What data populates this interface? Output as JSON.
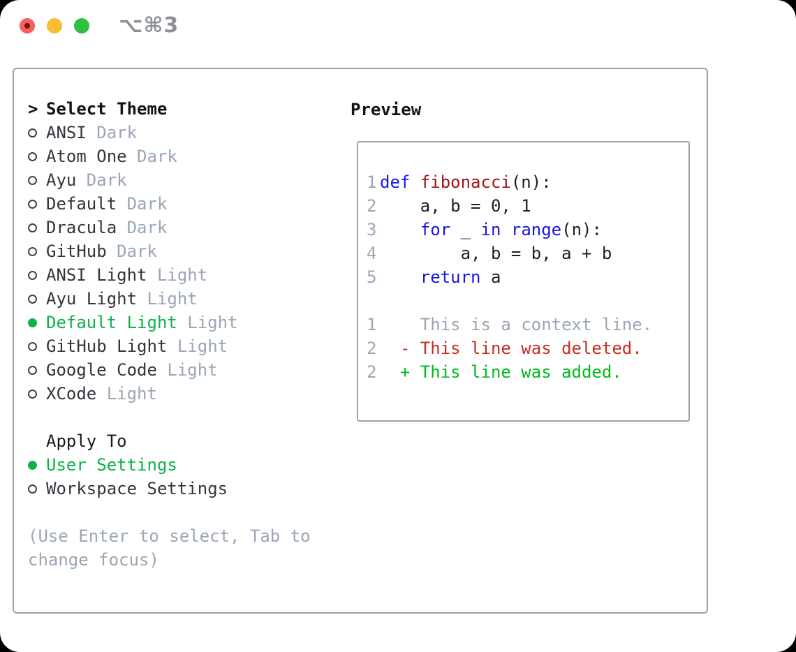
{
  "titlebar": {
    "shortcut": "⌥⌘3",
    "traffic_lights": [
      "close-button",
      "minimize-button",
      "zoom-button"
    ]
  },
  "theme_picker": {
    "prompt": ">",
    "heading": "Select Theme",
    "items": [
      {
        "name": "ANSI",
        "tag": "Dark",
        "selected": false
      },
      {
        "name": "Atom One",
        "tag": "Dark",
        "selected": false
      },
      {
        "name": "Ayu",
        "tag": "Dark",
        "selected": false
      },
      {
        "name": "Default",
        "tag": "Dark",
        "selected": false
      },
      {
        "name": "Dracula",
        "tag": "Dark",
        "selected": false
      },
      {
        "name": "GitHub",
        "tag": "Dark",
        "selected": false
      },
      {
        "name": "ANSI Light",
        "tag": "Light",
        "selected": false
      },
      {
        "name": "Ayu Light",
        "tag": "Light",
        "selected": false
      },
      {
        "name": "Default Light",
        "tag": "Light",
        "selected": true
      },
      {
        "name": "GitHub Light",
        "tag": "Light",
        "selected": false
      },
      {
        "name": "Google Code",
        "tag": "Light",
        "selected": false
      },
      {
        "name": "XCode",
        "tag": "Light",
        "selected": false
      }
    ]
  },
  "apply_to": {
    "heading": "Apply To",
    "options": [
      {
        "label": "User Settings",
        "selected": true
      },
      {
        "label": "Workspace Settings",
        "selected": false
      }
    ]
  },
  "hint": "(Use Enter to select, Tab to change focus)",
  "preview": {
    "heading": "Preview",
    "code_lines": [
      {
        "num": "1",
        "tokens": [
          {
            "t": "def",
            "c": "kw"
          },
          {
            "t": " ",
            "c": "plain"
          },
          {
            "t": "fibonacci",
            "c": "fn"
          },
          {
            "t": "(n):",
            "c": "plain"
          }
        ]
      },
      {
        "num": "2",
        "tokens": [
          {
            "t": "    a, b = 0, 1",
            "c": "plain"
          }
        ]
      },
      {
        "num": "3",
        "tokens": [
          {
            "t": "    ",
            "c": "plain"
          },
          {
            "t": "for",
            "c": "kw"
          },
          {
            "t": " _ ",
            "c": "plain"
          },
          {
            "t": "in",
            "c": "kw"
          },
          {
            "t": " ",
            "c": "plain"
          },
          {
            "t": "range",
            "c": "kw"
          },
          {
            "t": "(n):",
            "c": "plain"
          }
        ]
      },
      {
        "num": "4",
        "tokens": [
          {
            "t": "        a, b = b, a + b",
            "c": "plain"
          }
        ]
      },
      {
        "num": "5",
        "tokens": [
          {
            "t": "    ",
            "c": "plain"
          },
          {
            "t": "return",
            "c": "kw"
          },
          {
            "t": " a",
            "c": "plain"
          }
        ]
      }
    ],
    "diff_lines": [
      {
        "num": "1",
        "tokens": [
          {
            "t": "    This is a context line.",
            "c": "ctx"
          }
        ]
      },
      {
        "num": "2",
        "tokens": [
          {
            "t": "  - This line was deleted.",
            "c": "del"
          }
        ]
      },
      {
        "num": "2",
        "tokens": [
          {
            "t": "  + This line was added.",
            "c": "add"
          }
        ]
      }
    ]
  },
  "colors": {
    "selected_green": "#0db249",
    "keyword_blue": "#1716e0",
    "function_red": "#a31414",
    "diff_deleted": "#c52e21",
    "diff_added": "#00b81e",
    "traffic_red": "#f4605a",
    "traffic_red_dot": "#7c0f08",
    "traffic_yellow": "#f8bd33",
    "traffic_green": "#2cc23f"
  }
}
